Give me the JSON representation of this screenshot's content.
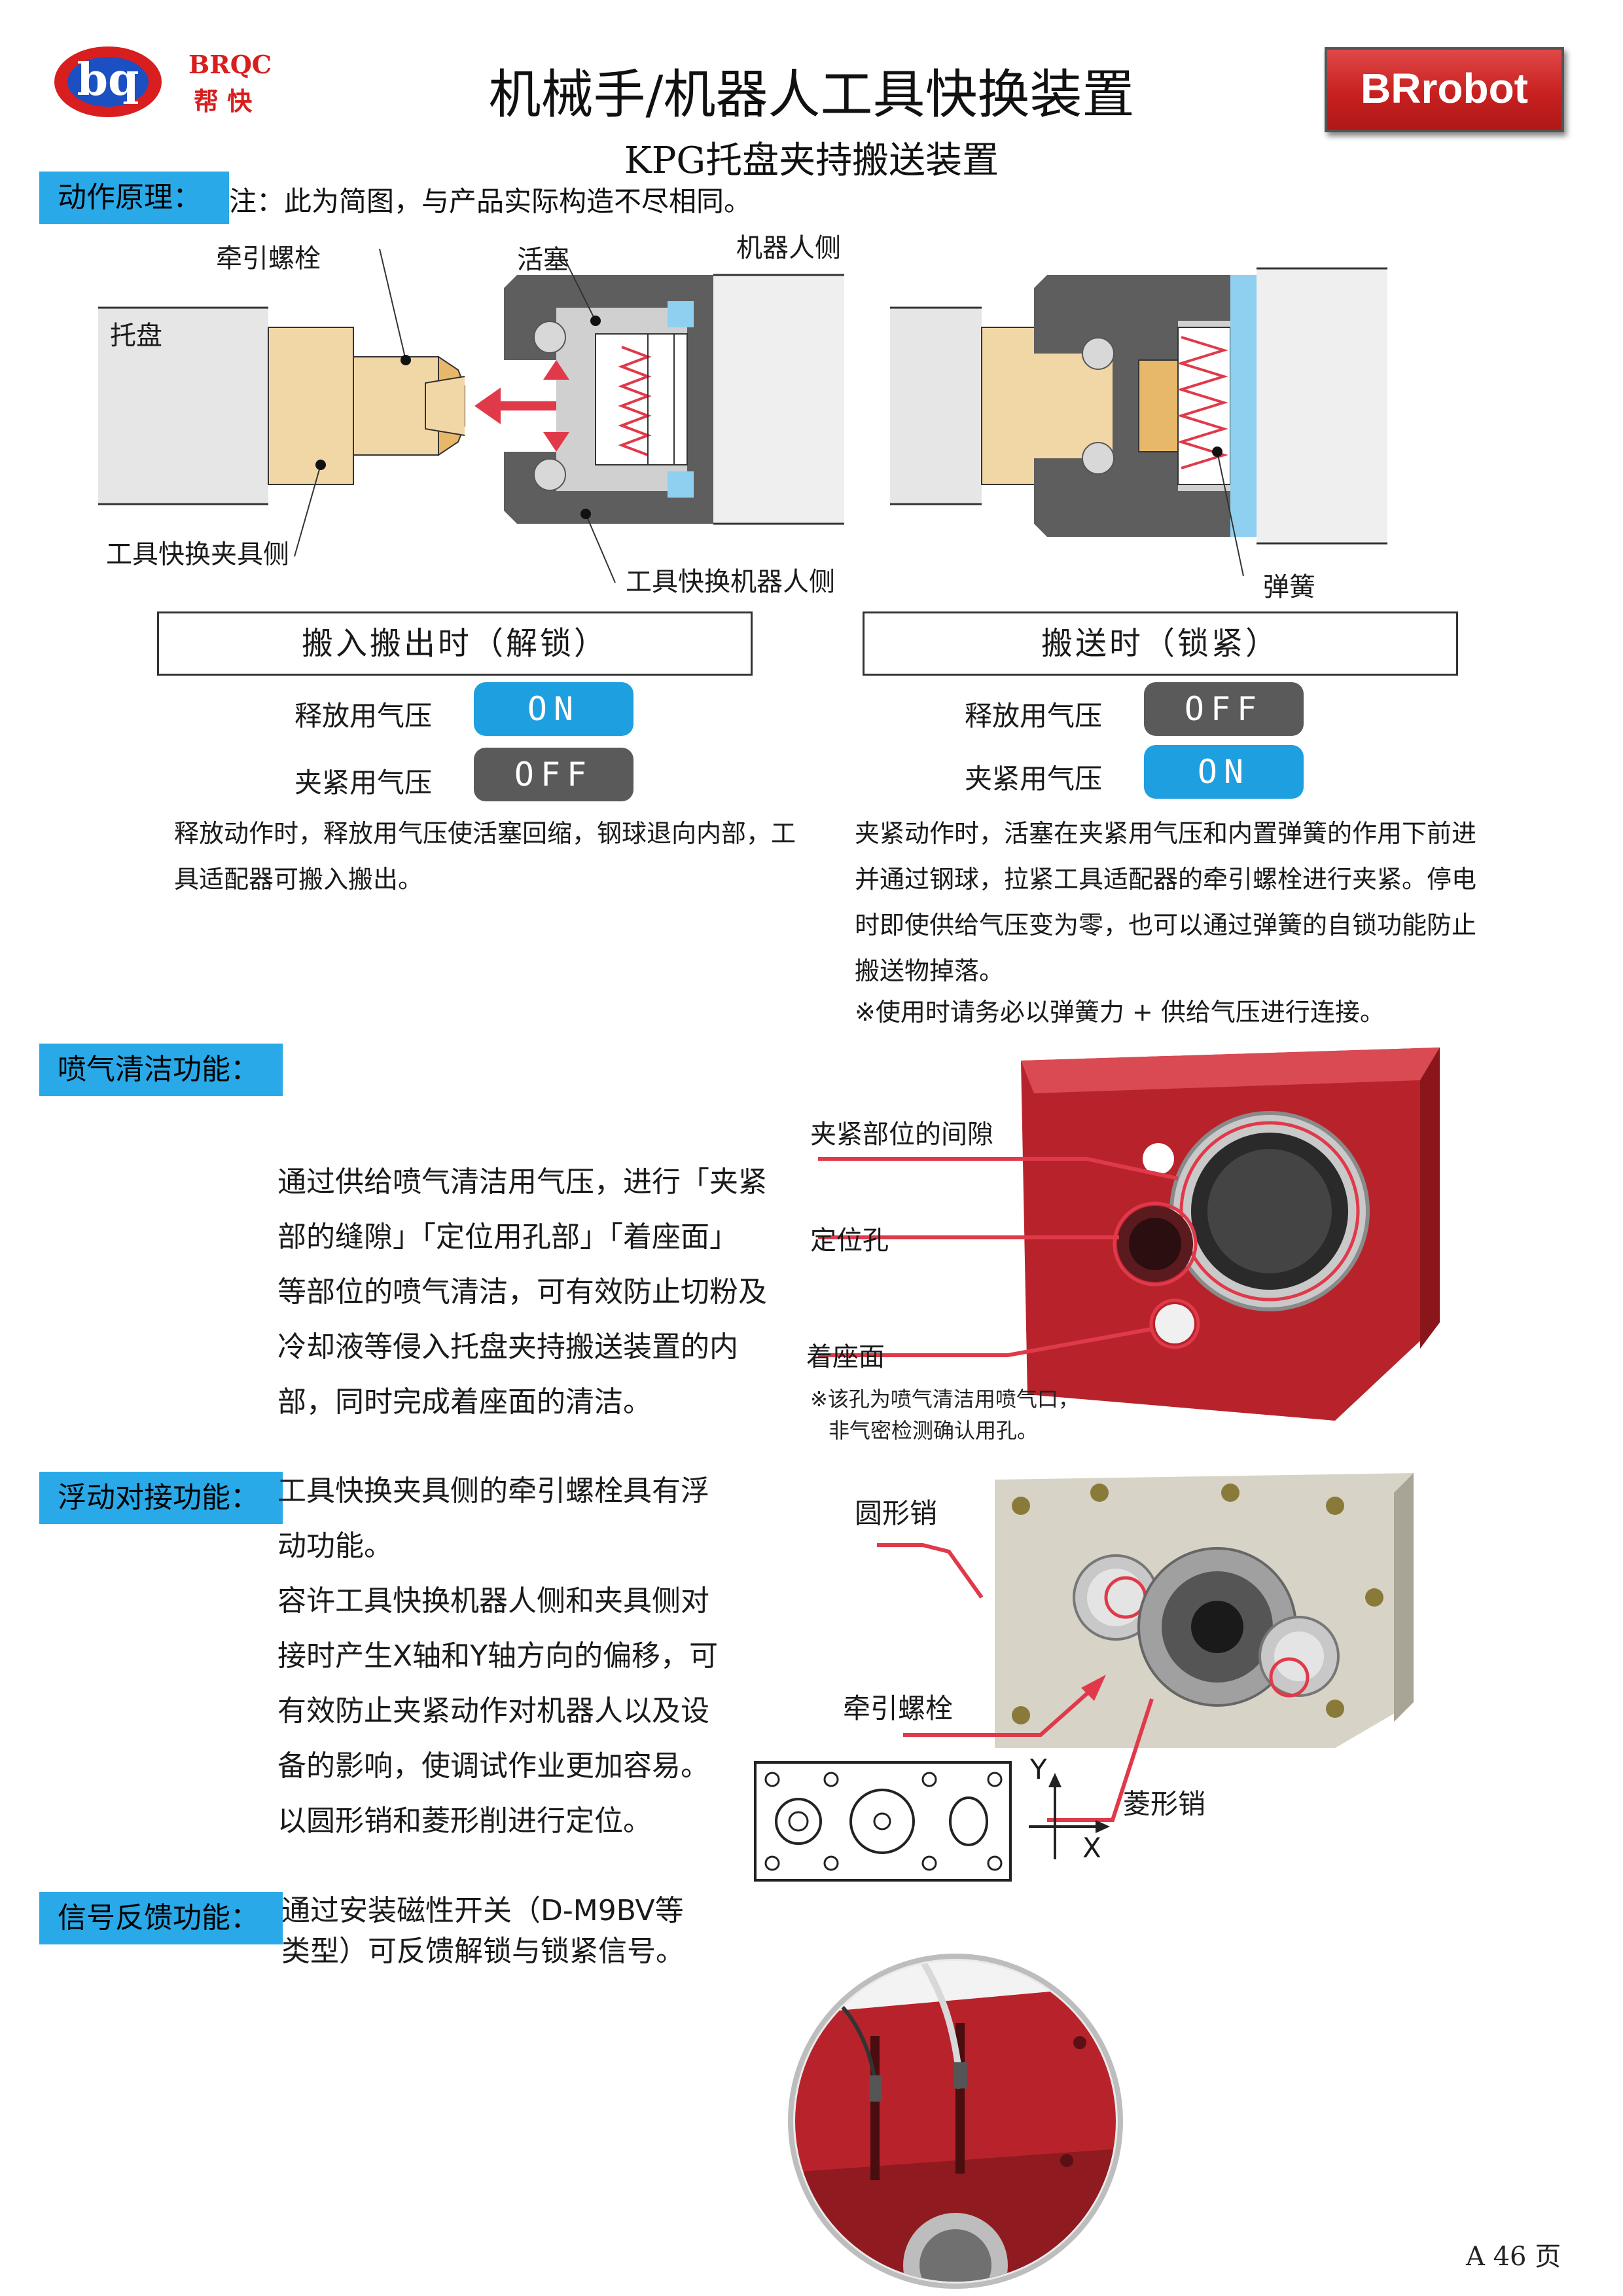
{
  "header": {
    "logo_letters": "bq",
    "brand_top": "BRQC",
    "brand_bottom": "帮 快",
    "title": "机械手/机器人工具快换装置",
    "subtitle": "KPG托盘夹持搬送装置",
    "badge": "BRrobot"
  },
  "principle": {
    "tag": "动作原理：",
    "note": "注：此为简图，与产品实际构造不尽相同。",
    "labels": {
      "pull_bolt": "牵引螺栓",
      "pallet": "托盘",
      "piston": "活塞",
      "robot_side": "机器人侧",
      "tool_fixture_side": "工具快换夹具侧",
      "tool_robot_side": "工具快换机器人侧",
      "spring": "弹簧"
    },
    "unlock": {
      "title": "搬入搬出时（解锁）",
      "release_label": "释放用气压",
      "release_state": "ON",
      "clamp_label": "夹紧用气压",
      "clamp_state": "OFF",
      "desc_l1": "释放动作时，释放用气压使活塞回缩，钢球退向内部，工",
      "desc_l2": "具适配器可搬入搬出。"
    },
    "lock": {
      "title": "搬送时（锁紧）",
      "release_label": "释放用气压",
      "release_state": "OFF",
      "clamp_label": "夹紧用气压",
      "clamp_state": "ON",
      "desc_l1": "夹紧动作时，活塞在夹紧用气压和内置弹簧的作用下前进",
      "desc_l2": "并通过钢球，拉紧工具适配器的牵引螺栓进行夹紧。停电",
      "desc_l3": "时即使供给气压变为零，也可以通过弹簧的自锁功能防止",
      "desc_l4": "搬送物掉落。",
      "desc_l5": "※使用时请务必以弹簧力 + 供给气压进行连接。"
    }
  },
  "airblow": {
    "tag": "喷气清洁功能：",
    "text_l1": "通过供给喷气清洁用气压，进行「夹紧",
    "text_l2": "部的缝隙」「定位用孔部」「着座面」",
    "text_l3": "等部位的喷气清洁，可有效防止切粉及",
    "text_l4": "冷却液等侵入托盘夹持搬送装置的内",
    "text_l5": "部，同时完成着座面的清洁。",
    "callout_gap": "夹紧部位的间隙",
    "callout_hole": "定位孔",
    "callout_seat": "着座面",
    "note_l1": "※该孔为喷气清洁用喷气口，",
    "note_l2": "非气密检测确认用孔。"
  },
  "floating": {
    "tag": "浮动对接功能：",
    "text_l1": "工具快换夹具侧的牵引螺栓具有浮",
    "text_l2": "动功能。",
    "text_l3": "容许工具快换机器人侧和夹具侧对",
    "text_l4": "接时产生X轴和Y轴方向的偏移，可",
    "text_l5": "有效防止夹紧动作对机器人以及设",
    "text_l6": "备的影响，使调试作业更加容易。",
    "text_l7": "以圆形销和菱形削进行定位。",
    "callout_round": "圆形销",
    "callout_bolt": "牵引螺栓",
    "callout_diamond": "菱形销",
    "axis_y": "Y",
    "axis_x": "X"
  },
  "signal": {
    "tag": "信号反馈功能：",
    "text_l1": "通过安装磁性开关（D-M9BV等",
    "text_l2": "类型）可反馈解锁与锁紧信号。"
  },
  "footer": {
    "page": "A 46 页"
  },
  "colors": {
    "tag_blue": "#29a9e8",
    "on_blue": "#1e9fe0",
    "off_gray": "#5a5a5a",
    "callout_red": "#e0303a",
    "brand_red": "#d81e1e"
  }
}
